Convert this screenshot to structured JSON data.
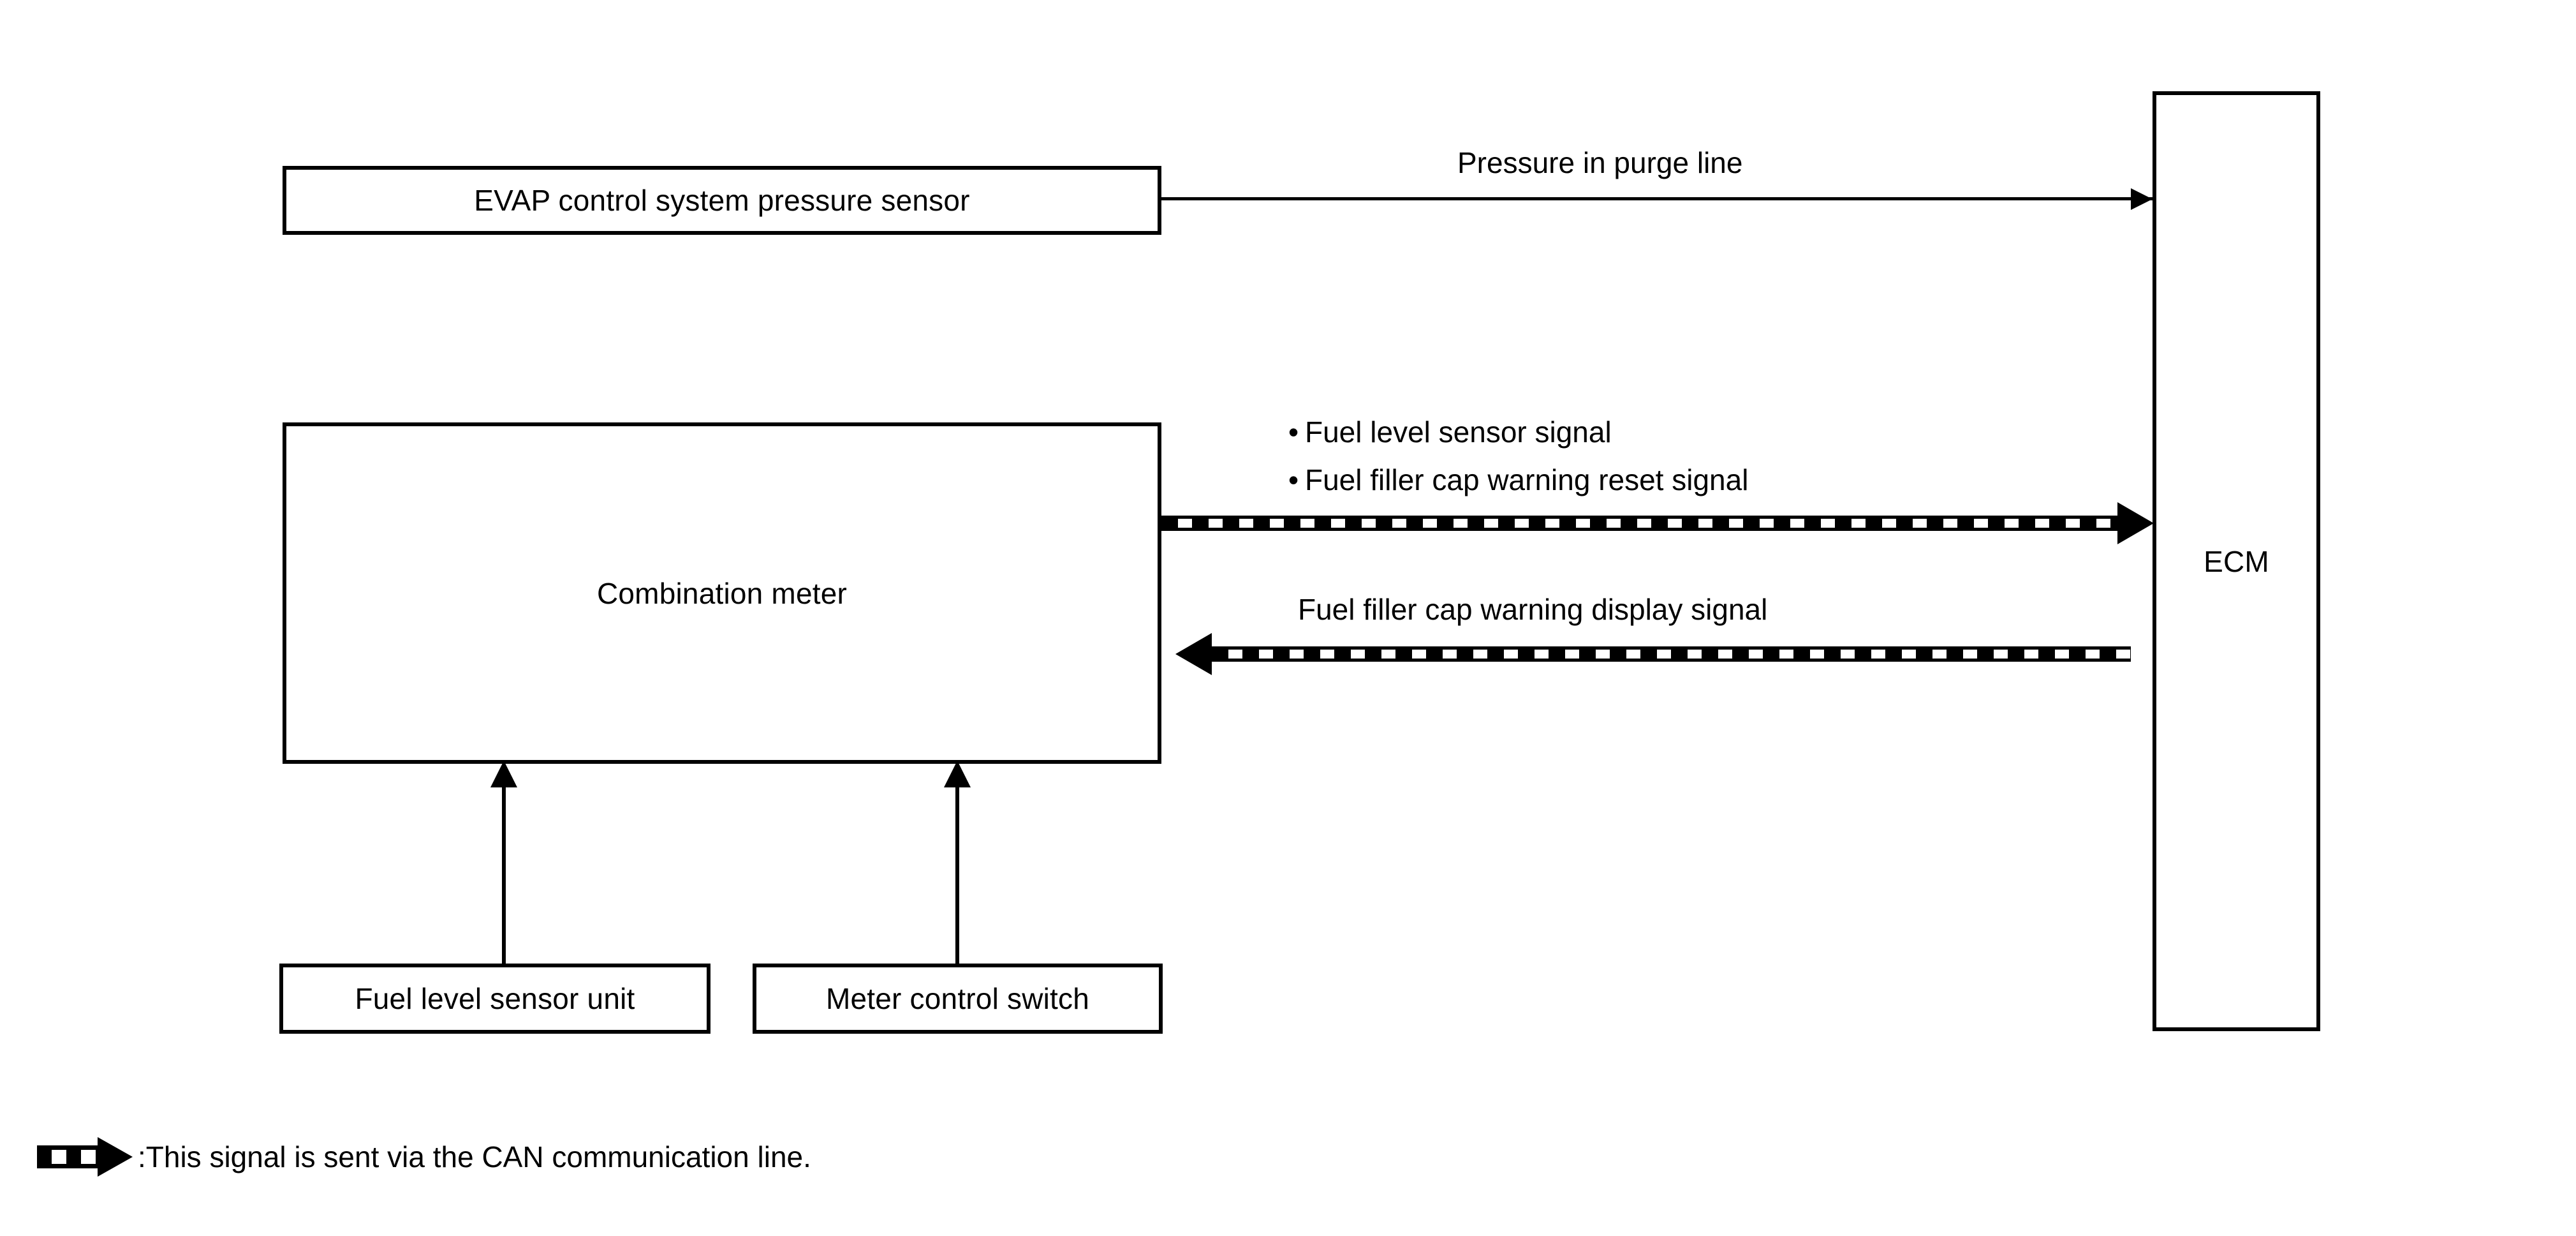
{
  "diagram": {
    "title": "EVAP / Combination meter / ECM signal flow diagram",
    "colors": {
      "line": "#000000",
      "background": "#ffffff",
      "box_fill": "#ffffff"
    },
    "boxes": {
      "evap_sensor": {
        "label": "EVAP control system pressure sensor"
      },
      "combination_meter": {
        "label": "Combination meter"
      },
      "fuel_level_sensor_unit": {
        "label": "Fuel level sensor unit"
      },
      "meter_control_switch": {
        "label": "Meter control switch"
      },
      "ecm": {
        "label": "ECM"
      }
    },
    "signals": {
      "pressure_in_purge_line": "Pressure in purge line",
      "can_to_ecm": [
        {
          "bullet": "•",
          "text": "Fuel level sensor signal"
        },
        {
          "bullet": "•",
          "text": "Fuel filler cap warning reset signal"
        }
      ],
      "can_to_meter": "Fuel filler cap warning display signal"
    },
    "legend": {
      "symbol": "can-bus-arrow-icon",
      "text": ":This signal is sent via the CAN communication line."
    }
  }
}
